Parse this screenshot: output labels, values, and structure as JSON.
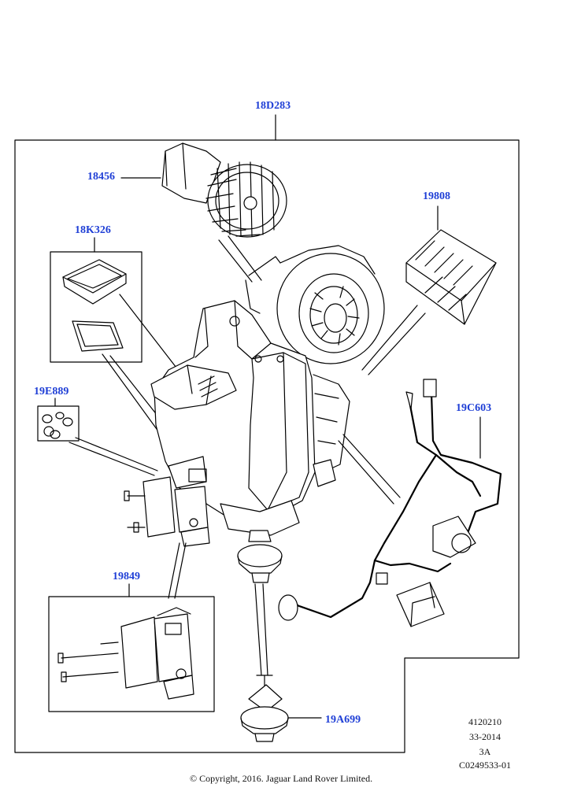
{
  "callouts": {
    "blower_housing": "18D283",
    "blower_motor": "18456",
    "gasket_kit": "18K326",
    "oring_kit": "19E889",
    "filter": "19808",
    "harness": "19C603",
    "actuator": "19849",
    "resistor": "19A699"
  },
  "meta": {
    "code": "4120210",
    "date": "33-2014",
    "rev": "3A",
    "ref": "C0249533-01"
  },
  "copyright": "© Copyright, 2016. Jaguar Land Rover Limited."
}
